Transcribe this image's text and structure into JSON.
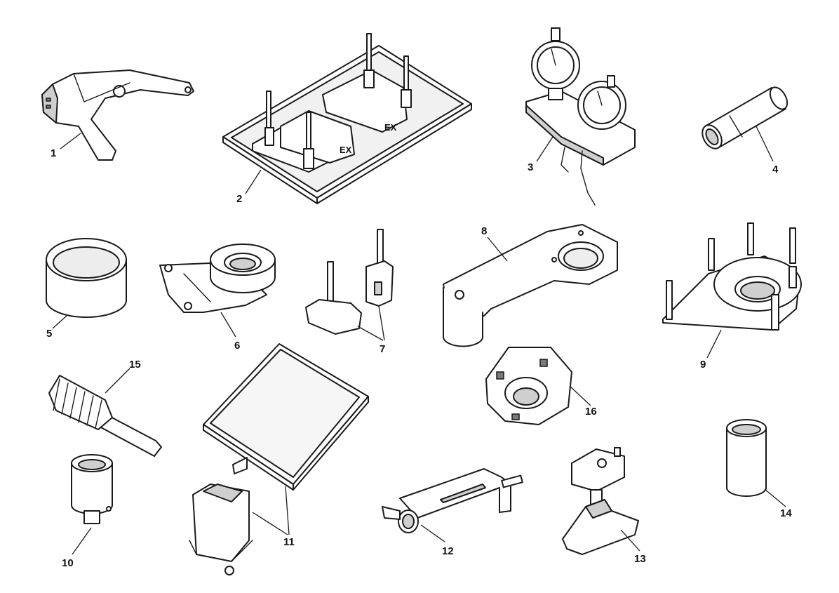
{
  "diagram": {
    "callouts": [
      "1",
      "2",
      "3",
      "4",
      "5",
      "6",
      "7",
      "7",
      "8",
      "9",
      "10",
      "11",
      "12",
      "13",
      "14",
      "15",
      "16"
    ],
    "embossed_text": [
      "EX",
      "EX"
    ],
    "colors": {
      "line": "#1a1a1a",
      "shade": "#cfcfcf",
      "background": "#ffffff"
    }
  }
}
